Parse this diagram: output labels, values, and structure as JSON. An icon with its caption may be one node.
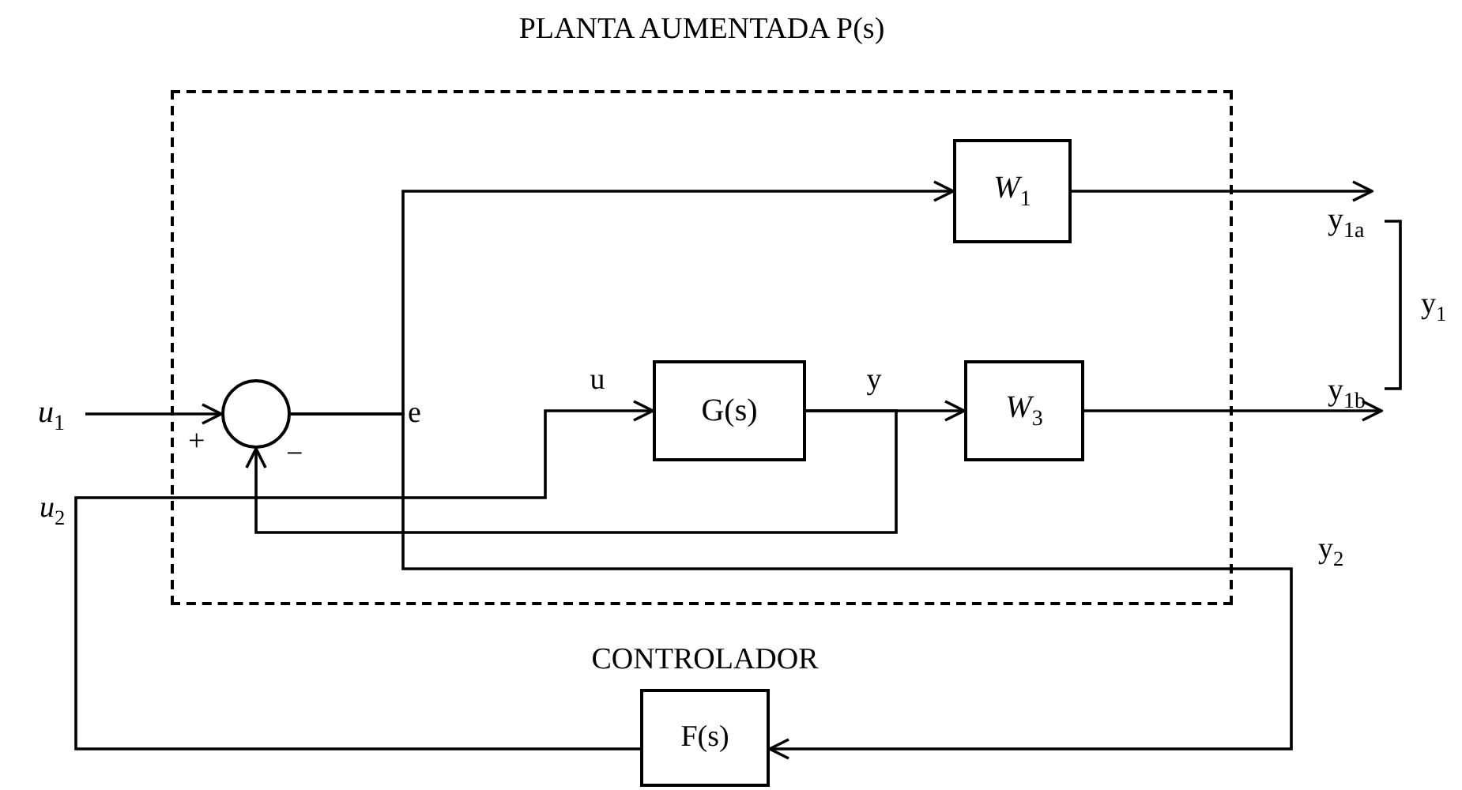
{
  "diagram": {
    "nodes": [
      {
        "text": [
          "PLANTA AUMENTADA P(s)"
        ]
      },
      {
        "text": [],
        "shape": "circle",
        "in": 0
      },
      {
        "text": [
          "*W*$_{1}$"
        ],
        "in": 0
      },
      {
        "text": [
          "G(s)"
        ],
        "in": 0
      },
      {
        "text": [
          "*W*$_{3}$"
        ],
        "in": 0
      },
      {
        "text": [
          "CONTROLADOR",
          "F(s)"
        ]
      },
      {
        "text": [
          "*u*$_{1}$"
        ]
      },
      {
        "text": [
          "y$_{1a}$"
        ]
      },
      {
        "text": [
          "y$_{1b}$"
        ]
      }
    ],
    "edges": [
      {
        "from": 6,
        "to": 1,
        "arrow": "to"
      },
      {
        "from": 1,
        "to": 2,
        "arrow": "to"
      },
      {
        "from": 1,
        "to": 5,
        "arrow": "to"
      },
      {
        "from": 5,
        "to": 3,
        "arrow": "to",
        "label": "u"
      },
      {
        "from": 3,
        "to": 4,
        "arrow": "to",
        "label": "y"
      },
      {
        "from": 3,
        "to": 1,
        "arrow": "to"
      },
      {
        "from": 2,
        "to": 7,
        "arrow": "to"
      },
      {
        "from": 4,
        "to": 8,
        "arrow": "to"
      }
    ],
    "labels": [
      "e",
      "+",
      "−",
      "*u*$_{2}$",
      "y$_{1}$",
      "y$_{2}$"
    ]
  }
}
